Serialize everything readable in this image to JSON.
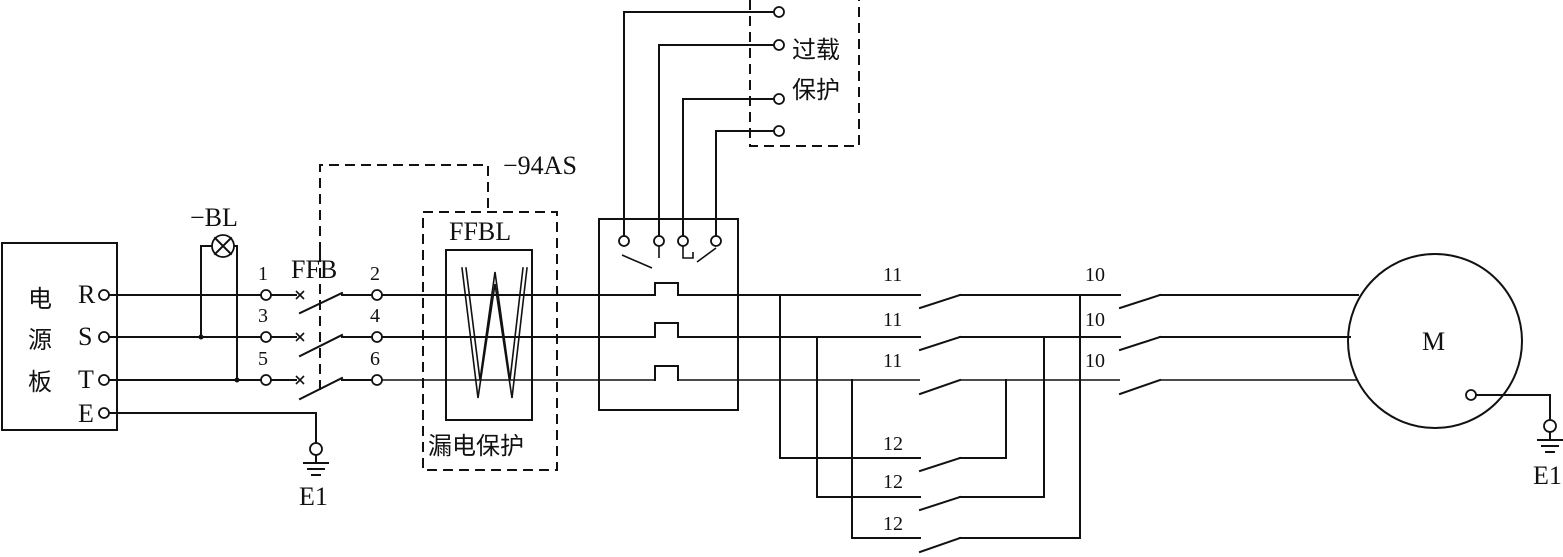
{
  "power_board": {
    "name_chars": [
      "电",
      "源",
      "板"
    ],
    "terminals": [
      "R",
      "S",
      "T",
      "E"
    ]
  },
  "lamp": {
    "label": "−BL"
  },
  "breaker": {
    "label": "FFB",
    "in_numbers": [
      "1",
      "3",
      "5"
    ],
    "out_numbers": [
      "2",
      "4",
      "6"
    ]
  },
  "link_label": "−94AS",
  "leakage": {
    "top_label": "FFBL",
    "bottom_label": "漏电保护"
  },
  "overload": {
    "label_lines": [
      "过载",
      "保护"
    ]
  },
  "contactor_wires": {
    "upper": [
      "11",
      "11",
      "11"
    ],
    "right": [
      "10",
      "10",
      "10"
    ],
    "lower": [
      "12",
      "12",
      "12"
    ]
  },
  "motor": {
    "label": "M"
  },
  "ground_labels": [
    "E1",
    "E1"
  ]
}
